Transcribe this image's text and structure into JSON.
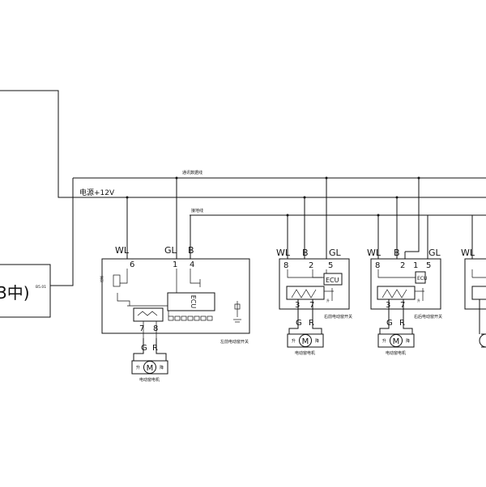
{
  "labels": {
    "bus_top": "通讯数据线",
    "power": "电源+12V",
    "bus_mid": "接地线",
    "left_edge_text": "3中)",
    "left_edge_code": "B5.01"
  },
  "main_module": {
    "headers": [
      "WL",
      "GL",
      "B"
    ],
    "pins": [
      "6",
      "1",
      "4"
    ],
    "side_label": "控制",
    "ecu_text": "ECU",
    "bottom_pins": [
      "7",
      "8"
    ],
    "motor_terms": [
      "G",
      "R"
    ],
    "motor_symbol": "M",
    "motor_up": "升",
    "motor_down": "降",
    "motor_caption": "电动窗电机",
    "module_caption": "左前电动窗开关"
  },
  "module_a": {
    "headers": [
      "WL",
      "B",
      "GL"
    ],
    "pins": [
      "8",
      "2",
      "5"
    ],
    "inner_ecu": "ECU",
    "bottom_pins": [
      "3",
      "7"
    ],
    "motor_terms": [
      "G",
      "R"
    ],
    "motor_symbol": "M",
    "motor_up": "升",
    "motor_down": "降",
    "motor_caption": "电动窗电机",
    "module_caption": "右前电动窗开关"
  },
  "module_b": {
    "headers": [
      "WL",
      "B",
      "GL"
    ],
    "pins": [
      "8",
      "2",
      "1",
      "5"
    ],
    "inner_ecu": "ECU",
    "bottom_pins": [
      "3",
      "7"
    ],
    "motor_terms": [
      "G",
      "R"
    ],
    "motor_symbol": "M",
    "motor_up": "升",
    "motor_down": "降",
    "motor_caption": "电动窗电机",
    "module_caption": "右后电动窗开关"
  },
  "module_c": {
    "headers": [
      "WL"
    ]
  }
}
